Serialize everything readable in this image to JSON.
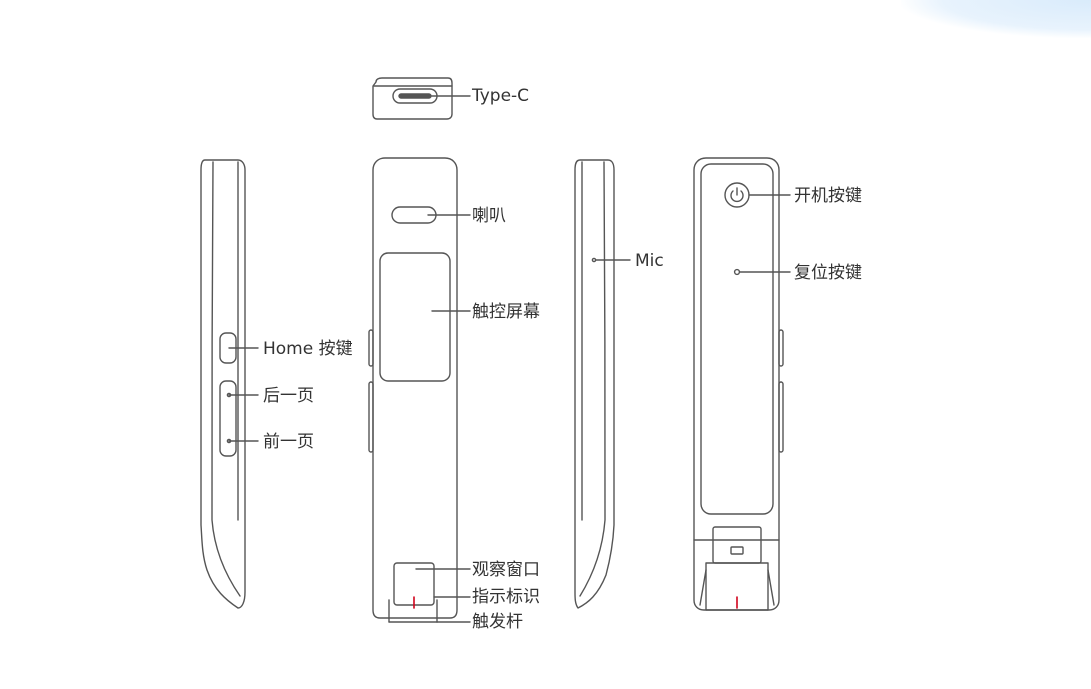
{
  "labels": {
    "type_c": "Type-C",
    "speaker": "喇叭",
    "touch_screen": "触控屏幕",
    "observation_window": "观察窗口",
    "indicator_mark": "指示标识",
    "trigger_lever": "触发杆",
    "home_button": "Home 按键",
    "page_back": "后一页",
    "page_forward": "前一页",
    "mic": "Mic",
    "power_button": "开机按键",
    "reset_button": "复位按键"
  },
  "colors": {
    "line": "#555555",
    "text": "#333333",
    "indicator": "#d0021b",
    "corner_accent": "#e3f0fc"
  }
}
